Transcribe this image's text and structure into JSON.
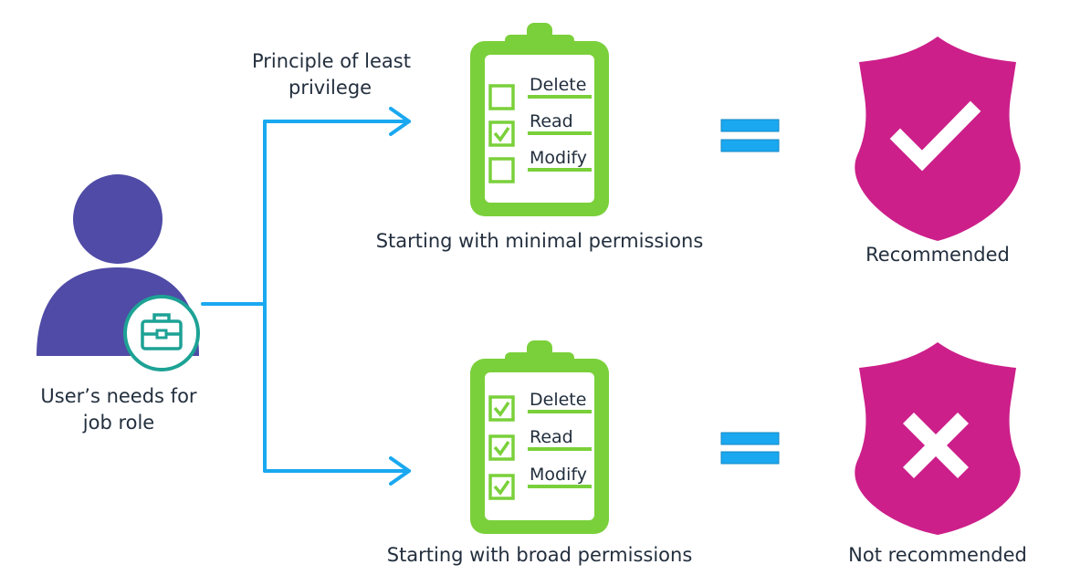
{
  "diagram": {
    "principle_label_line1": "Principle of least",
    "principle_label_line2": "privilege",
    "user_label_line1": "User’s needs for",
    "user_label_line2": "job role",
    "minimal": {
      "caption": "Starting with minimal permissions",
      "items": [
        {
          "label": "Delete",
          "checked": false
        },
        {
          "label": "Read",
          "checked": true
        },
        {
          "label": "Modify",
          "checked": false
        }
      ],
      "result_label": "Recommended",
      "result_icon": "checkmark-icon"
    },
    "broad": {
      "caption": "Starting with broad permissions",
      "items": [
        {
          "label": "Delete",
          "checked": true
        },
        {
          "label": "Read",
          "checked": true
        },
        {
          "label": "Modify",
          "checked": true
        }
      ],
      "result_label": "Not recommended",
      "result_icon": "x-mark-icon"
    },
    "colors": {
      "user": "#4f4ba6",
      "badge_ring": "#1da295",
      "connector": "#1aa8f0",
      "clipboard": "#7ad03a",
      "equals": "#1aa8f0",
      "shield": "#cc1f8a"
    }
  }
}
